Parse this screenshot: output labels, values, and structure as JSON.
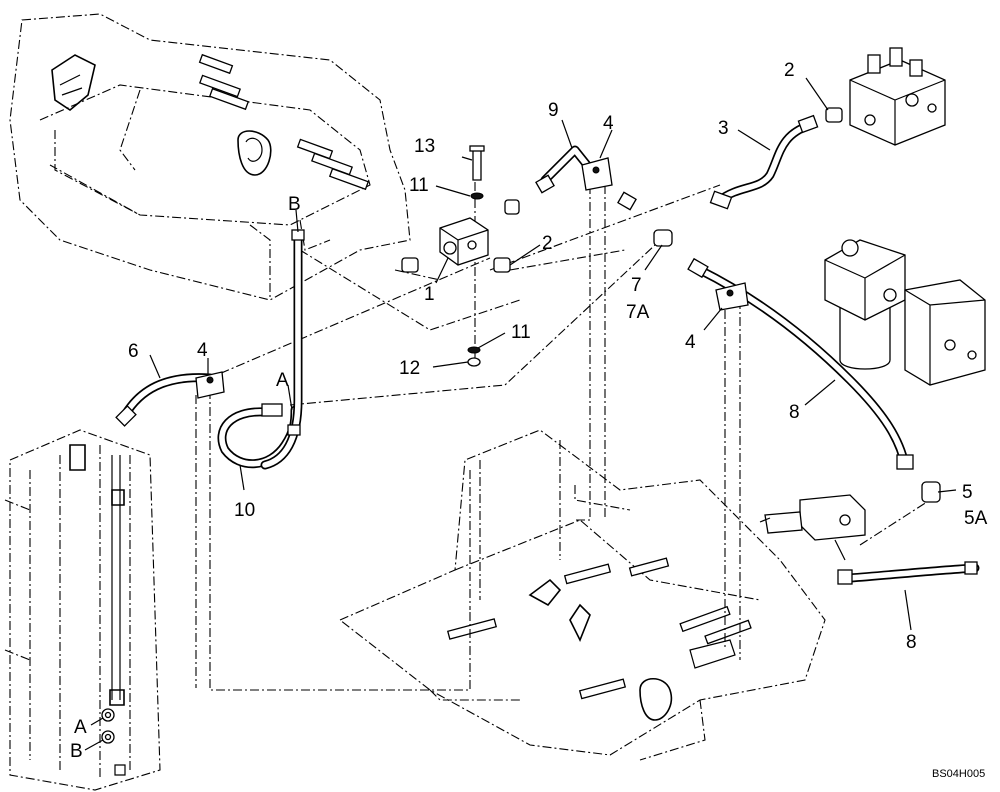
{
  "callouts": {
    "c1": "1",
    "c2a": "2",
    "c2b": "2",
    "c3": "3",
    "c4a": "4",
    "c4b": "4",
    "c4c": "4",
    "c5": "5",
    "c5a": "5A",
    "c6": "6",
    "c7": "7",
    "c7a": "7A",
    "c8a": "8",
    "c8b": "8",
    "c9": "9",
    "c10": "10",
    "c11a": "11",
    "c11b": "11",
    "c12": "12",
    "c13": "13",
    "ref_a1": "A",
    "ref_a2": "A",
    "ref_b1": "B",
    "ref_b2": "B"
  },
  "drawing_id": "BS04H005"
}
